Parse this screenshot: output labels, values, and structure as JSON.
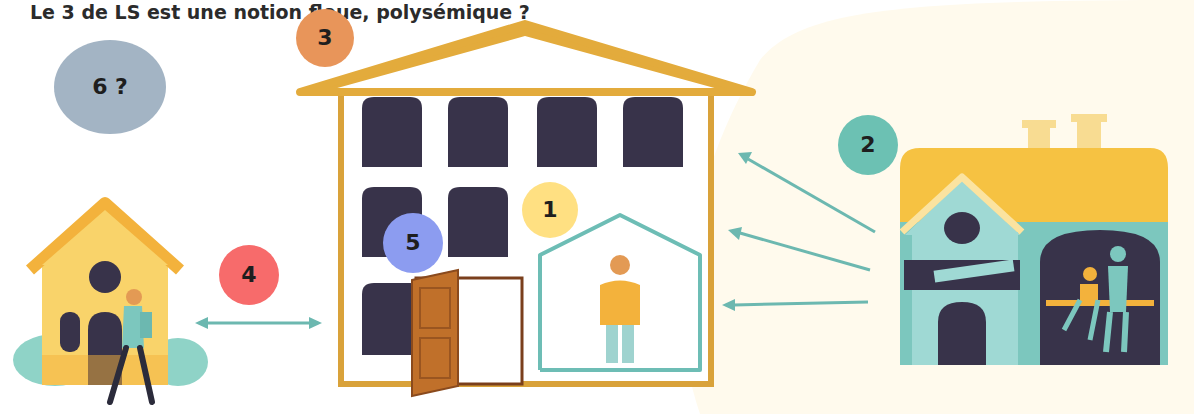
{
  "diagram": {
    "title": "Le 3 de LS est une notion floue, polysémique ?",
    "nodes": [
      {
        "text": [
          "3"
        ]
      },
      {
        "text": [
          "6 ?"
        ]
      },
      {
        "text": [
          "2"
        ]
      },
      {
        "text": [
          "1"
        ]
      },
      {
        "text": [
          "5"
        ]
      },
      {
        "text": [
          "4"
        ]
      }
    ]
  }
}
